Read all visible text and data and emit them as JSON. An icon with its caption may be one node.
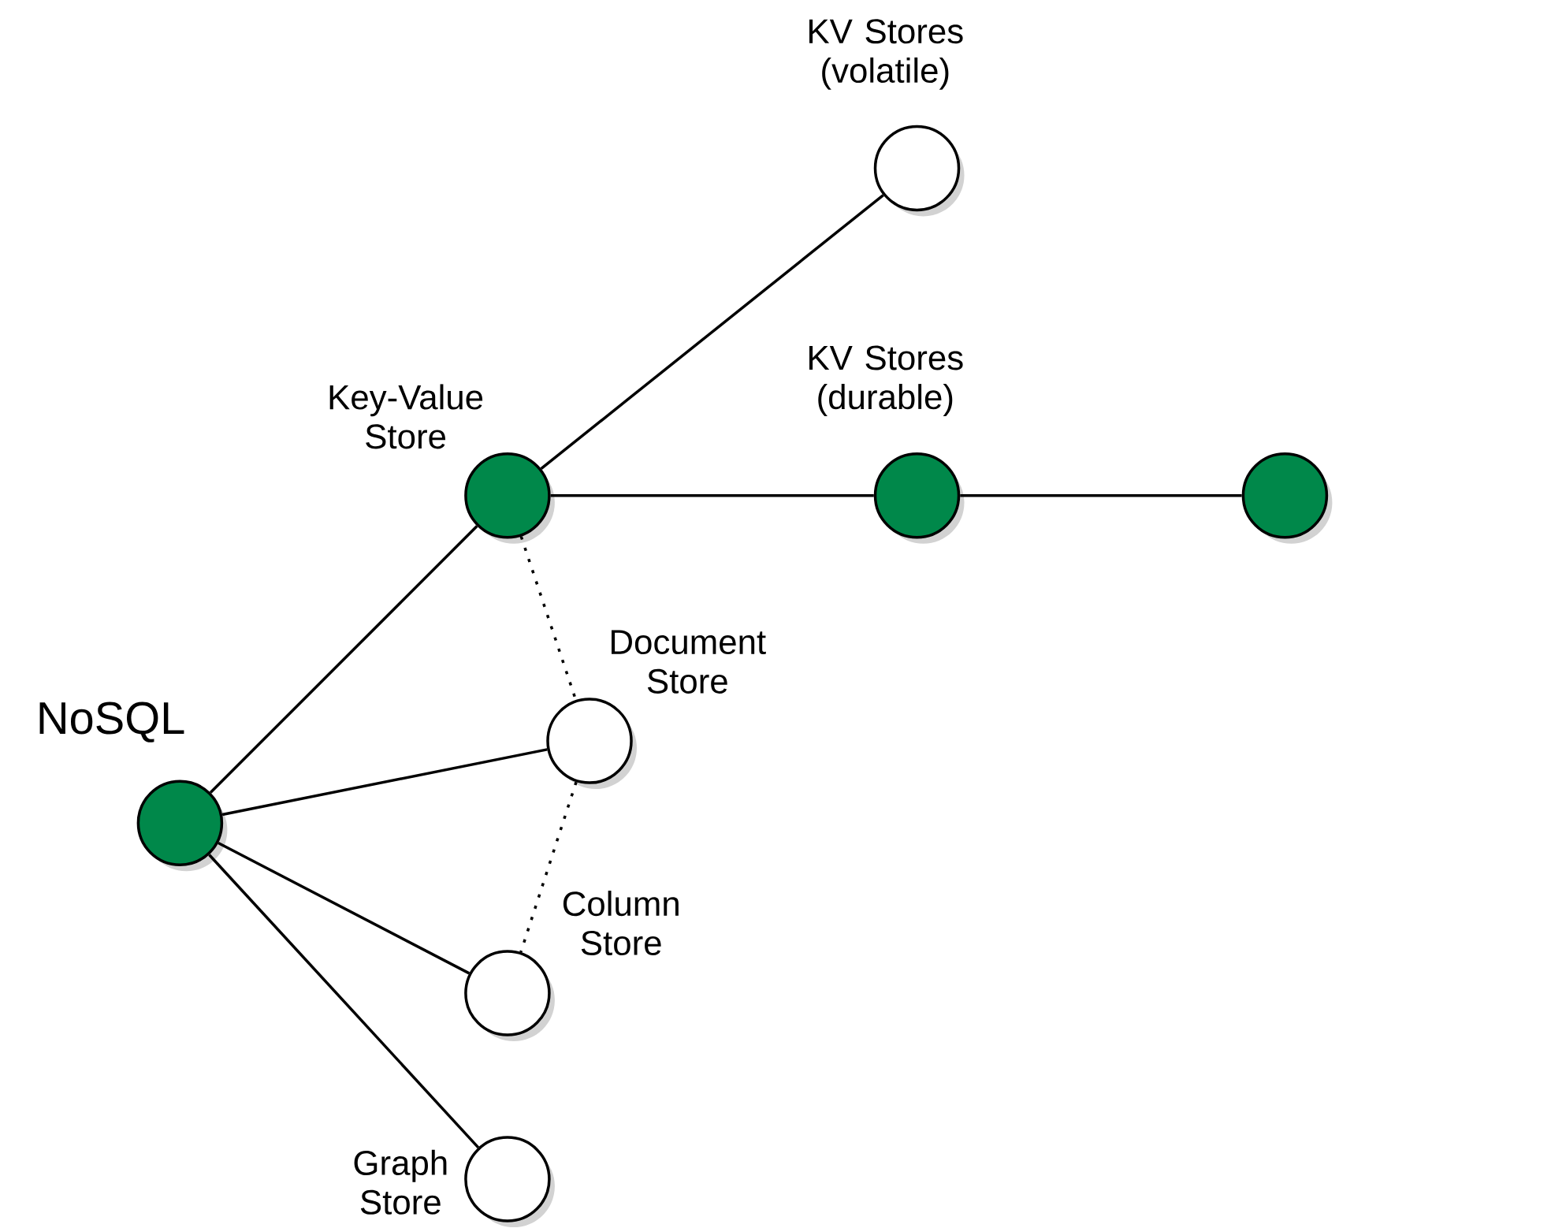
{
  "diagram": {
    "nodes": [
      {
        "text": [
          "NoSQL"
        ]
      },
      {
        "text": [
          "Key-Value Store"
        ]
      },
      {
        "text": [
          "KV Stores (volatile)"
        ]
      },
      {
        "text": [
          "KV Stores (durable)"
        ]
      },
      {
        "text": [],
        "shape": "circle"
      },
      {
        "text": [
          "Document Store"
        ]
      },
      {
        "text": [
          "Column Store"
        ]
      },
      {
        "text": [
          "Graph Store"
        ]
      }
    ],
    "edges": [
      {
        "from": 0,
        "to": 1,
        "arrow": "none"
      },
      {
        "from": 1,
        "to": 2,
        "arrow": "none"
      },
      {
        "from": 1,
        "to": 3,
        "arrow": "none"
      },
      {
        "from": 3,
        "to": 4,
        "arrow": "none"
      },
      {
        "from": 1,
        "to": 5,
        "arrow": "none",
        "style": "dashed"
      },
      {
        "from": 0,
        "to": 5,
        "arrow": "none"
      },
      {
        "from": 5,
        "to": 6,
        "arrow": "none",
        "style": "dashed"
      },
      {
        "from": 0,
        "to": 6,
        "arrow": "none"
      },
      {
        "from": 0,
        "to": 7,
        "arrow": "none"
      }
    ]
  }
}
